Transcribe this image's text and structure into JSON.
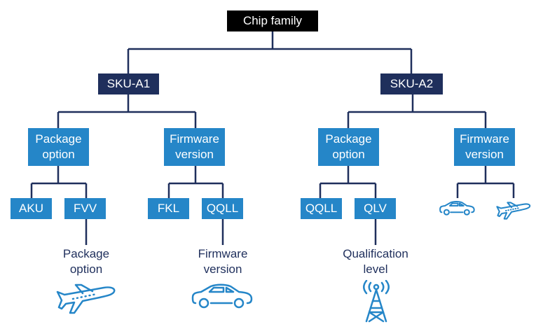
{
  "diagram": {
    "root": {
      "label": "Chip family"
    },
    "skus": [
      {
        "label": "SKU-A1"
      },
      {
        "label": "SKU-A2"
      }
    ],
    "categories": [
      {
        "label": "Package option",
        "line1": "Package",
        "line2": "option",
        "parent": "SKU-A1"
      },
      {
        "label": "Firmware version",
        "line1": "Firmware",
        "line2": "version",
        "parent": "SKU-A1"
      },
      {
        "label": "Package option",
        "line1": "Package",
        "line2": "option",
        "parent": "SKU-A2"
      },
      {
        "label": "Firmware version",
        "line1": "Firmware",
        "line2": "version",
        "parent": "SKU-A2"
      }
    ],
    "leaves": [
      {
        "label": "AKU",
        "parent": "Package option (SKU-A1)"
      },
      {
        "label": "FVV",
        "parent": "Package option (SKU-A1)"
      },
      {
        "label": "FKL",
        "parent": "Firmware version (SKU-A1)"
      },
      {
        "label": "QQLL",
        "parent": "Firmware version (SKU-A1)"
      },
      {
        "label": "QQLL",
        "parent": "Package option (SKU-A2)"
      },
      {
        "label": "QLV",
        "parent": "Package option (SKU-A2)"
      }
    ],
    "captions": [
      {
        "line1": "Package",
        "line2": "option",
        "icon": "airplane-icon",
        "parent": "FVV"
      },
      {
        "line1": "Firmware",
        "line2": "version",
        "icon": "car-icon",
        "parent": "QQLL"
      },
      {
        "line1": "Qualification",
        "line2": "level",
        "icon": "radio-tower-icon",
        "parent": "QLV"
      }
    ],
    "sku_a2_firmware_icons": [
      "car-icon",
      "airplane-icon"
    ]
  },
  "colors": {
    "root": "#000000",
    "sku": "#1f2f5c",
    "category": "#2586c8",
    "connector": "#1f2f5c",
    "icon": "#2586c8",
    "caption_text": "#1f2f5c"
  }
}
